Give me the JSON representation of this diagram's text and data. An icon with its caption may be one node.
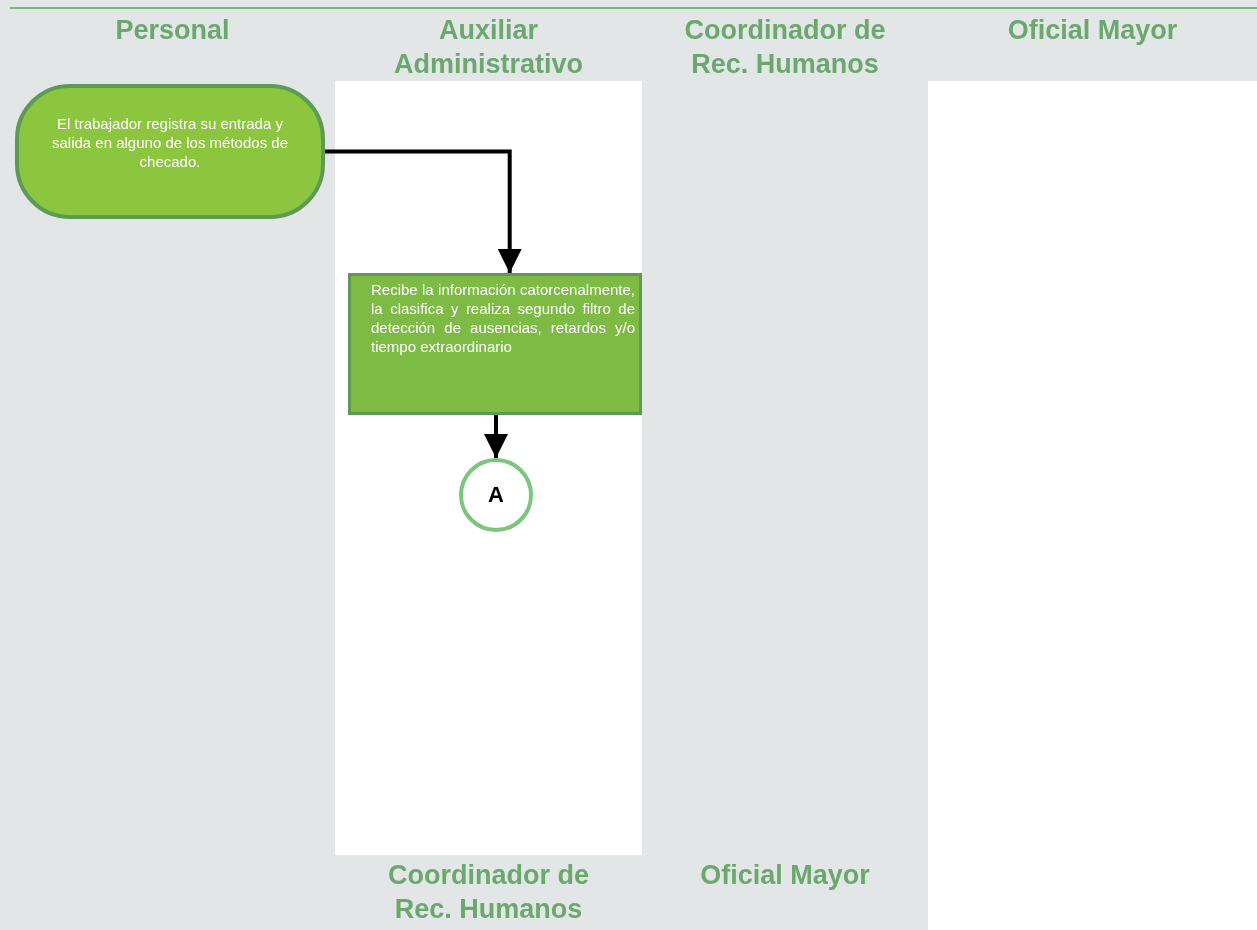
{
  "diagram": {
    "nodes": [
      {
        "text": [
          "Personal"
        ]
      },
      {
        "text": [
          "Auxiliar Administrativo"
        ]
      },
      {
        "text": [
          "Coordinador de Rec. Humanos"
        ]
      },
      {
        "text": [
          "Oficial Mayor"
        ]
      },
      {
        "text": [
          "El trabajador registra su entrada y salida en alguno de los métodos de checado."
        ],
        "in": 0
      },
      {
        "text": [
          "Recibe la información catorcenalmente, la clasifica y realiza segundo filtro de detección de ausencias, retardos y/o tiempo extraordinario"
        ],
        "in": 1
      },
      {
        "text": [
          "A"
        ],
        "in": 1
      }
    ],
    "edges": [
      {
        "from": 4,
        "to": 5,
        "arrow": "to"
      },
      {
        "from": 5,
        "to": 6,
        "arrow": "to"
      }
    ],
    "labels": [
      "Coordinador de Rec. Humanos",
      "Oficial Mayor"
    ]
  }
}
